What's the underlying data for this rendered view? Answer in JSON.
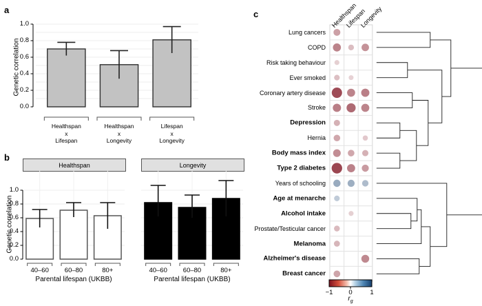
{
  "figure": {
    "panels": [
      "a",
      "b",
      "c"
    ]
  },
  "panel_a": {
    "letter": "a",
    "ylabel": "Genetic correlation",
    "yticks": [
      "0.0",
      "0.2",
      "0.4",
      "0.6",
      "0.8",
      "1.0"
    ],
    "ylim": [
      0.0,
      1.0
    ],
    "categories": [
      "Healthspan\nx\nLifespan",
      "Healthspan\nx\nLongevity",
      "Lifespan\nx\nLongevity"
    ],
    "category_lines": [
      [
        "Healthspan",
        "x",
        "Lifespan"
      ],
      [
        "Healthspan",
        "x",
        "Longevity"
      ],
      [
        "Lifespan",
        "x",
        "Longevity"
      ]
    ],
    "bar_fill": "#c2c2c2",
    "bar_stroke": "#303030",
    "chart_data": {
      "type": "bar",
      "title": "",
      "xlabel": "",
      "ylabel": "Genetic correlation",
      "categories": [
        "Healthspan x Lifespan",
        "Healthspan x Longevity",
        "Lifespan x Longevity"
      ],
      "values": [
        0.7,
        0.51,
        0.81
      ],
      "err_low": [
        0.62,
        0.34,
        0.65
      ],
      "err_high": [
        0.78,
        0.68,
        0.97
      ],
      "ylim": [
        0.0,
        1.0
      ],
      "grid": true
    }
  },
  "panel_b": {
    "letter": "b",
    "ylabel": "Genetic correlation",
    "xlabel": "Parental lifespan (UKBB)",
    "yticks": [
      "0.0",
      "0.2",
      "0.4",
      "0.6",
      "0.8",
      "1.0"
    ],
    "xticks": [
      "40‒60",
      "60‒80",
      "80+"
    ],
    "facets": [
      {
        "strip_label": "Healthspan",
        "bar_fill": "#ffffff",
        "bar_stroke": "#555555"
      },
      {
        "strip_label": "Longevity",
        "bar_fill": "#000000",
        "bar_stroke": "#000000"
      }
    ],
    "chart_data": [
      {
        "type": "bar",
        "title": "Healthspan",
        "xlabel": "Parental lifespan (UKBB)",
        "ylabel": "Genetic correlation",
        "categories": [
          "40‒60",
          "60‒80",
          "80+"
        ],
        "values": [
          0.59,
          0.71,
          0.63
        ],
        "err_low": [
          0.46,
          0.61,
          0.44
        ],
        "err_high": [
          0.72,
          0.82,
          0.82
        ],
        "ylim": [
          0.0,
          1.0
        ],
        "grid": true
      },
      {
        "type": "bar",
        "title": "Longevity",
        "xlabel": "Parental lifespan (UKBB)",
        "ylabel": "Genetic correlation",
        "categories": [
          "40‒60",
          "60‒80",
          "80+"
        ],
        "values": [
          0.82,
          0.75,
          0.88
        ],
        "err_low": [
          0.62,
          0.6,
          0.62
        ],
        "err_high": [
          1.07,
          0.93,
          1.14
        ],
        "ylim": [
          0.0,
          1.0
        ],
        "grid": true
      }
    ]
  },
  "panel_c": {
    "letter": "c",
    "columns": [
      "Healthspan",
      "Lifespan",
      "Longevity"
    ],
    "legend": {
      "min_label": "−1",
      "mid_label": "0",
      "max_label": "1",
      "symbol": "r",
      "symbol_sub": "g",
      "color_min": "#7f1220",
      "color_mid": "#ffffff",
      "color_max": "#17406e"
    },
    "rows": [
      {
        "label": "Lung cancers",
        "bold": false,
        "values": [
          -0.4,
          null,
          null
        ]
      },
      {
        "label": "COPD",
        "bold": false,
        "values": [
          -0.52,
          -0.28,
          -0.46
        ]
      },
      {
        "label": "Risk taking behaviour",
        "bold": false,
        "values": [
          -0.2,
          null,
          null
        ]
      },
      {
        "label": "Ever smoked",
        "bold": false,
        "values": [
          -0.27,
          -0.19,
          null
        ]
      },
      {
        "label": "Coronary artery disease",
        "bold": false,
        "values": [
          -0.76,
          -0.52,
          -0.54
        ]
      },
      {
        "label": "Stroke",
        "bold": false,
        "values": [
          -0.54,
          -0.63,
          -0.52
        ]
      },
      {
        "label": "Depression",
        "bold": true,
        "values": [
          -0.33,
          null,
          null
        ]
      },
      {
        "label": "Hernia",
        "bold": false,
        "values": [
          -0.37,
          null,
          -0.23
        ]
      },
      {
        "label": "Body mass index",
        "bold": true,
        "values": [
          -0.48,
          -0.37,
          -0.33
        ]
      },
      {
        "label": "Type 2 diabetes",
        "bold": true,
        "values": [
          -0.78,
          -0.53,
          -0.42
        ]
      },
      {
        "label": "Years of schooling",
        "bold": false,
        "values": [
          0.44,
          0.42,
          0.35
        ]
      },
      {
        "label": "Age at menarche",
        "bold": true,
        "values": [
          0.27,
          null,
          null
        ]
      },
      {
        "label": "Alcohol intake",
        "bold": true,
        "values": [
          null,
          -0.2,
          null
        ]
      },
      {
        "label": "Prostate/Testicular cancer",
        "bold": false,
        "values": [
          -0.29,
          null,
          null
        ]
      },
      {
        "label": "Melanoma",
        "bold": true,
        "values": [
          -0.31,
          null,
          null
        ]
      },
      {
        "label": "Alzheimer's disease",
        "bold": true,
        "values": [
          null,
          null,
          -0.5
        ]
      },
      {
        "label": "Breast cancer",
        "bold": true,
        "values": [
          -0.38,
          null,
          null
        ]
      }
    ],
    "chart_data": {
      "type": "heatmap",
      "title": "",
      "xlabel": "",
      "ylabel": "",
      "x_categories": [
        "Healthspan",
        "Lifespan",
        "Longevity"
      ],
      "y_categories": [
        "Lung cancers",
        "COPD",
        "Risk taking behaviour",
        "Ever smoked",
        "Coronary artery disease",
        "Stroke",
        "Depression",
        "Hernia",
        "Body mass index",
        "Type 2 diabetes",
        "Years of schooling",
        "Age at menarche",
        "Alcohol intake",
        "Prostate/Testicular cancer",
        "Melanoma",
        "Alzheimer's disease",
        "Breast cancer"
      ],
      "matrix": [
        [
          -0.4,
          null,
          null
        ],
        [
          -0.52,
          -0.28,
          -0.46
        ],
        [
          -0.2,
          null,
          null
        ],
        [
          -0.27,
          -0.19,
          null
        ],
        [
          -0.76,
          -0.52,
          -0.54
        ],
        [
          -0.54,
          -0.63,
          -0.52
        ],
        [
          -0.33,
          null,
          null
        ],
        [
          -0.37,
          null,
          -0.23
        ],
        [
          -0.48,
          -0.37,
          -0.33
        ],
        [
          -0.78,
          -0.53,
          -0.42
        ],
        [
          0.44,
          0.42,
          0.35
        ],
        [
          0.27,
          null,
          null
        ],
        [
          null,
          -0.2,
          null
        ],
        [
          -0.29,
          null,
          null
        ],
        [
          -0.31,
          null,
          null
        ],
        [
          null,
          null,
          -0.5
        ],
        [
          -0.38,
          null,
          null
        ]
      ],
      "value_encoding": "circle area and colour encode r_g",
      "colorscale": [
        "#7f1220",
        "#ffffff",
        "#17406e"
      ],
      "zlim": [
        -1,
        1
      ],
      "legend_label": "rg",
      "dendrogram": true
    }
  }
}
